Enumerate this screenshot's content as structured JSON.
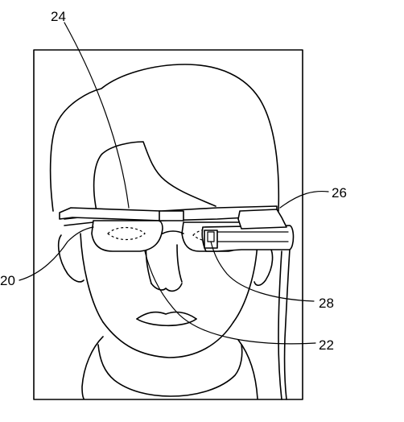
{
  "figure": {
    "labels": {
      "l24": "24",
      "l26": "26",
      "l20": "20",
      "l28": "28",
      "l22": "22"
    }
  }
}
